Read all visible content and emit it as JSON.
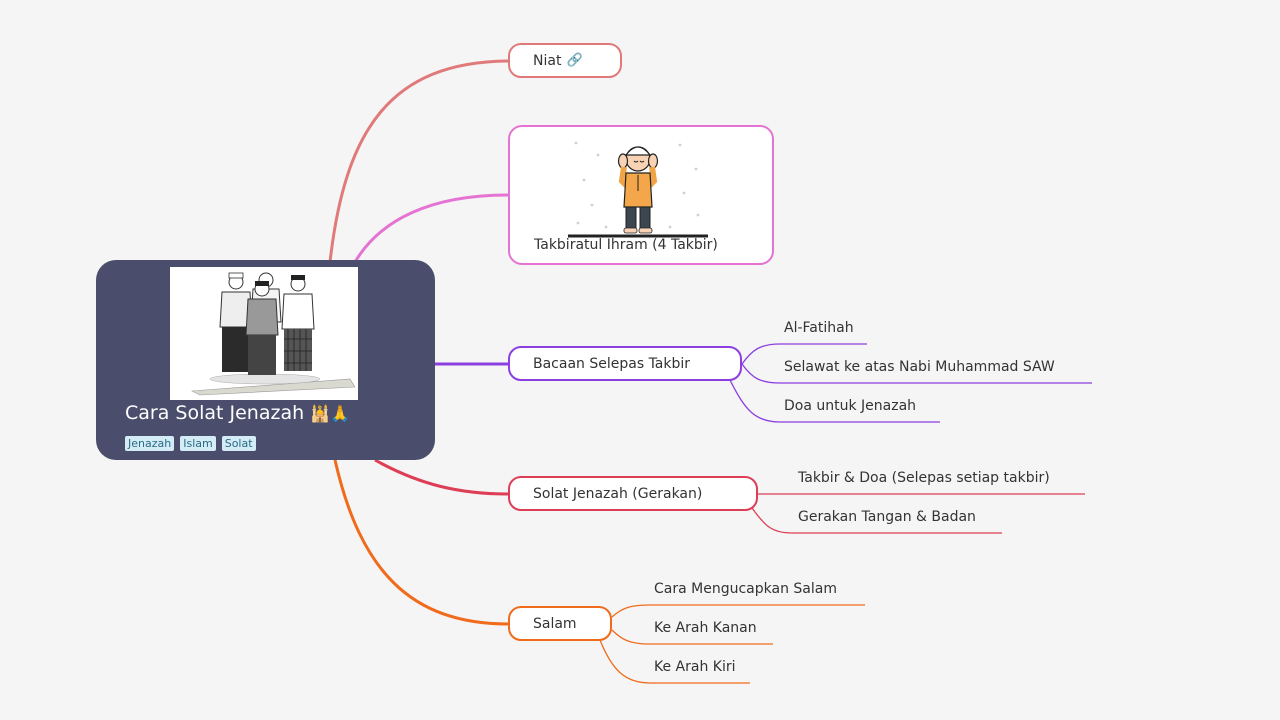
{
  "root": {
    "title": "Cara Solat Jenazah",
    "title_emoji": "🕌🙏",
    "tags": [
      "Jenazah",
      "Islam",
      "Solat"
    ],
    "image_icon": "funeral-prayer-illustration"
  },
  "branches": {
    "niat": {
      "label": "Niat",
      "icon": "link-icon",
      "color": "#e07a7a"
    },
    "takbir": {
      "label": "Takbiratul Ihram (4 Takbir)",
      "image_icon": "takbir-boy-illustration",
      "color": "#e573d3"
    },
    "bacaan": {
      "label": "Bacaan Selepas Takbir",
      "color": "#8b3fe1",
      "children": [
        "Al-Fatihah",
        "Selawat ke atas Nabi Muhammad SAW",
        "Doa untuk Jenazah"
      ]
    },
    "solat": {
      "label": "Solat Jenazah (Gerakan)",
      "color": "#dd3e56",
      "children": [
        "Takbir & Doa (Selepas setiap takbir)",
        "Gerakan Tangan & Badan"
      ]
    },
    "salam": {
      "label": "Salam",
      "color": "#f06b1c",
      "children": [
        "Cara Mengucapkan Salam",
        "Ke Arah Kanan",
        "Ke Arah Kiri"
      ]
    }
  }
}
